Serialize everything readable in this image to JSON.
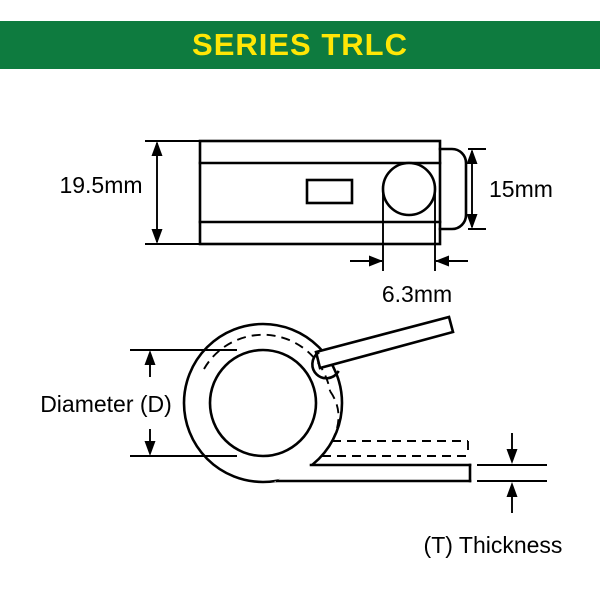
{
  "header": {
    "title": "SERIES TRLC",
    "bg_color": "#0e7b3f",
    "text_color": "#ffe606"
  },
  "diagram": {
    "line_color": "#000000",
    "front_view": {
      "total_height_label": "19.5mm",
      "tab_height_label": "15mm",
      "hole_diameter_label": "6.3mm"
    },
    "side_view": {
      "diameter_label": "Diameter (D)",
      "thickness_label": "(T) Thickness"
    }
  }
}
